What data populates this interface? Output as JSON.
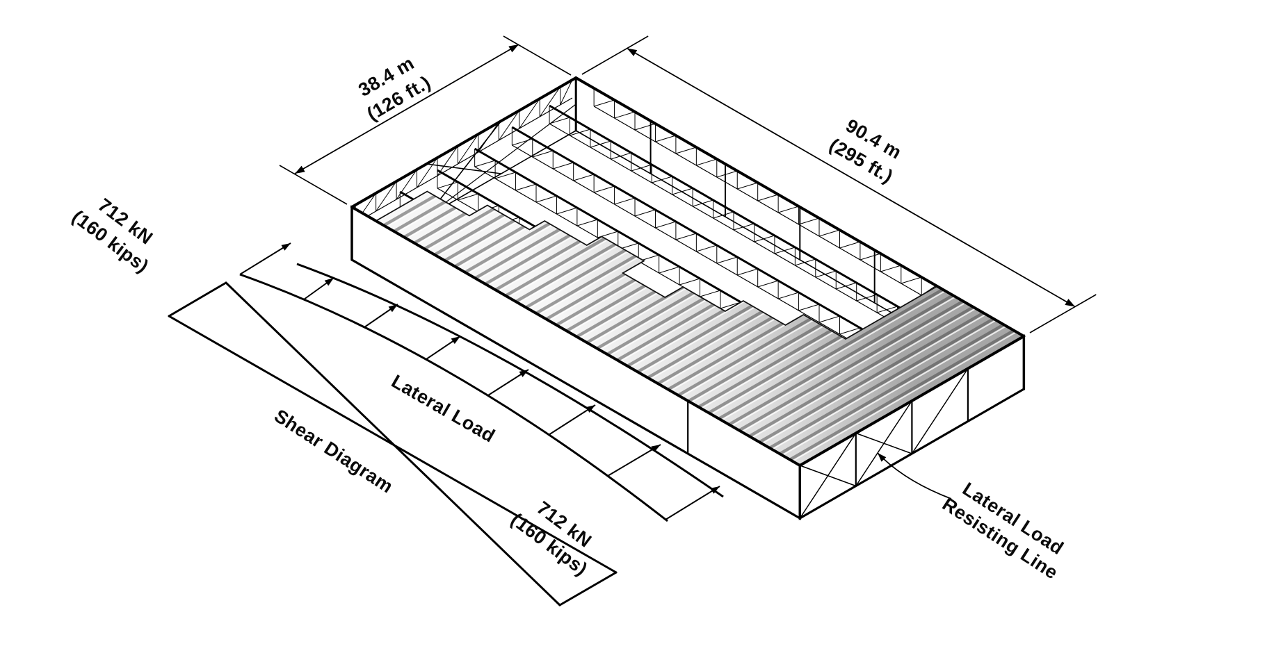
{
  "diagram": {
    "dim_width": {
      "primary": "38.4 m",
      "secondary": "(126 ft.)"
    },
    "dim_length": {
      "primary": "90.4 m",
      "secondary": "(295 ft.)"
    },
    "reaction_left": {
      "primary": "712 kN",
      "secondary": "(160 kips)"
    },
    "reaction_right": {
      "primary": "712 kN",
      "secondary": "(160 kips)"
    },
    "lateral_load_label": "Lateral Load",
    "shear_diagram_label": "Shear Diagram",
    "resisting_line_label": {
      "line1": "Lateral Load",
      "line2": "Resisting Line"
    },
    "shear_values": {
      "left_end_kn": 712,
      "right_end_kn": 712,
      "left_end_kips": 160,
      "right_end_kips": 160
    },
    "colors": {
      "line": "#000000",
      "deck_light": "#f6f6f6",
      "deck_dark": "#a6a6a6"
    }
  }
}
